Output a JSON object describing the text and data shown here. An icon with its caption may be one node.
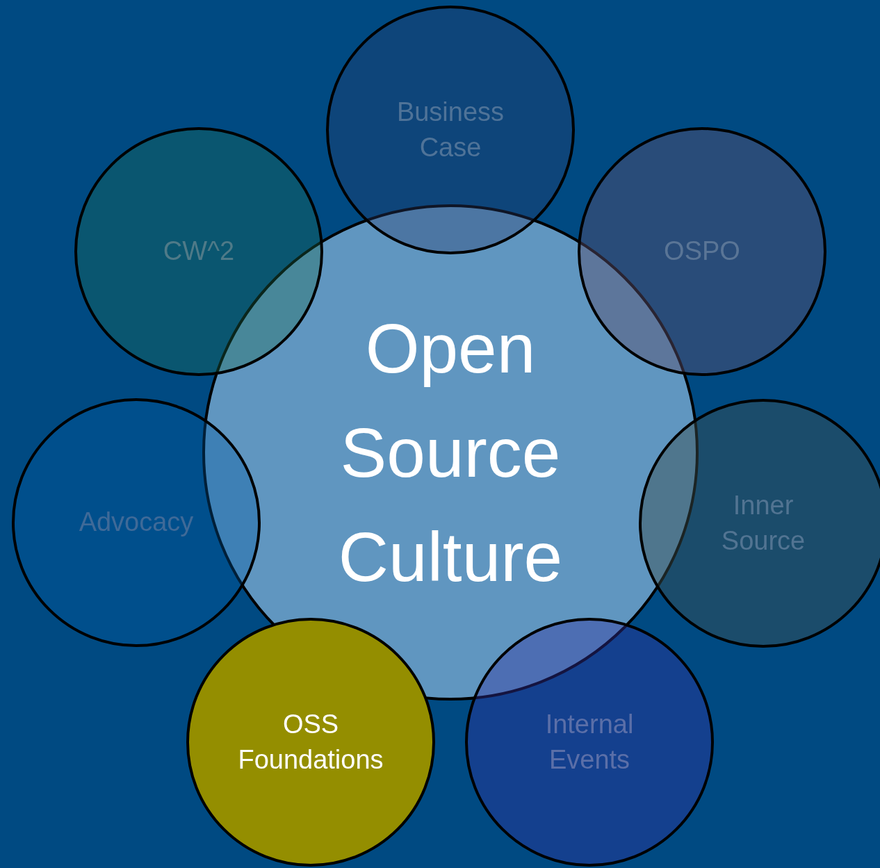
{
  "diagram": {
    "nodes": [
      {
        "text": [
          "Open Source Culture"
        ]
      },
      {
        "text": [
          "Business Case"
        ]
      },
      {
        "text": [
          "OSPO"
        ]
      },
      {
        "text": [
          "Inner Source"
        ]
      },
      {
        "text": [
          "Internal Events"
        ]
      },
      {
        "text": [
          "OSS Foundations"
        ]
      },
      {
        "text": [
          "Advocacy"
        ]
      },
      {
        "text": [
          "CW^2"
        ]
      }
    ]
  }
}
